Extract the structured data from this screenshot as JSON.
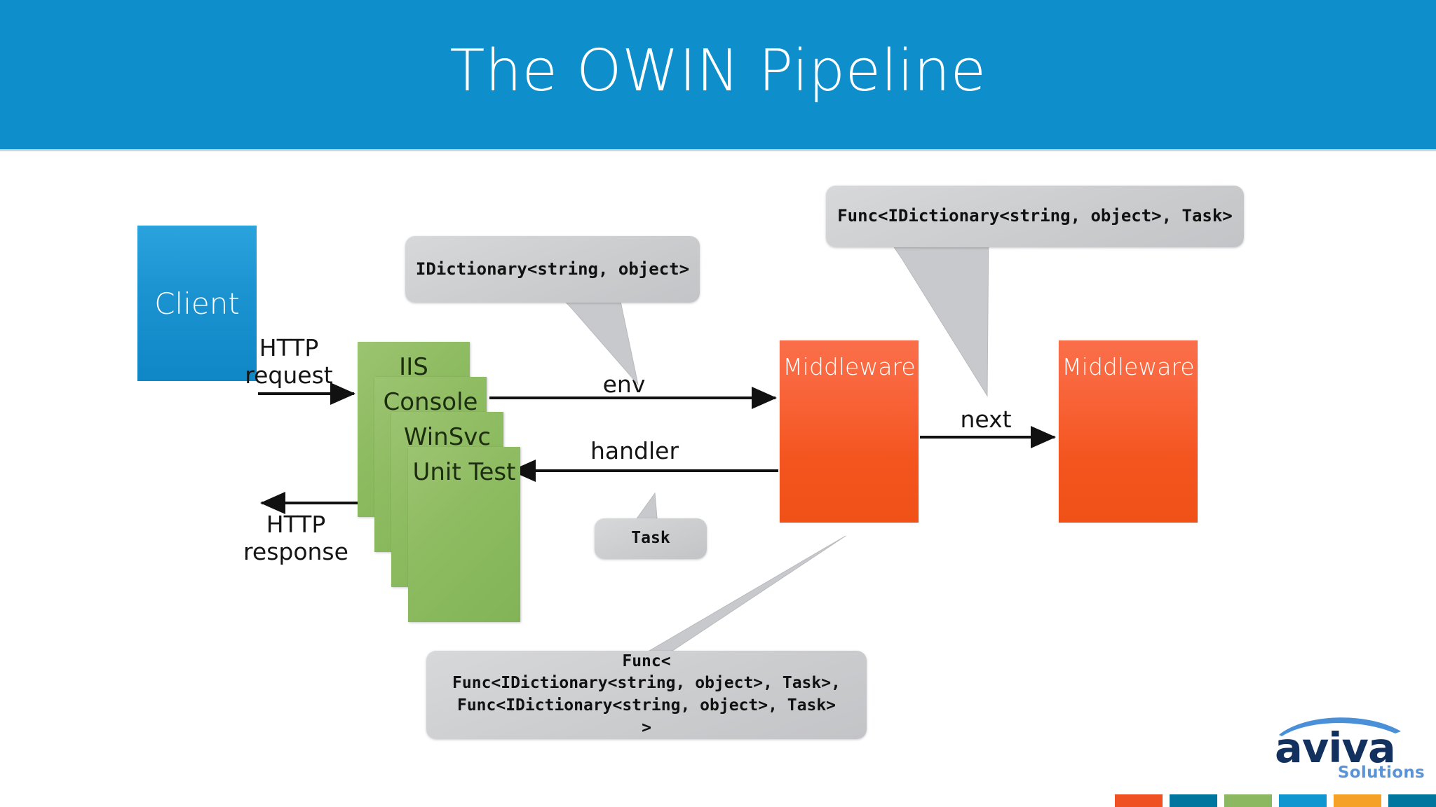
{
  "header": {
    "title": "The OWIN Pipeline",
    "background_color": "#0e8ecb",
    "title_color": "#ffffff"
  },
  "diagram": {
    "nodes": {
      "client": {
        "label": "Client",
        "color": "#1c94d2"
      },
      "host_stack": {
        "color": "#8dbb60",
        "cards": [
          {
            "label": "IIS"
          },
          {
            "label": "Console"
          },
          {
            "label": "WinSvc"
          },
          {
            "label": "Unit Test"
          }
        ]
      },
      "middleware": [
        {
          "label": "Middleware",
          "color": "#f4551f"
        },
        {
          "label": "Middleware",
          "color": "#f4551f"
        }
      ]
    },
    "edges": [
      {
        "name": "http-request",
        "label": "HTTP\nrequest",
        "direction": "right"
      },
      {
        "name": "http-response",
        "label": "HTTP\nresponse",
        "direction": "left"
      },
      {
        "name": "env",
        "label": "env",
        "direction": "right"
      },
      {
        "name": "handler",
        "label": "handler",
        "direction": "left"
      },
      {
        "name": "next",
        "label": "next",
        "direction": "right"
      }
    ],
    "callouts": [
      {
        "name": "env-type",
        "text": "IDictionary<string, object>",
        "color": "#cdced0"
      },
      {
        "name": "app-func-type",
        "text": "Func<IDictionary<string, object>, Task>",
        "color": "#cdced0"
      },
      {
        "name": "task-type",
        "text": "Task",
        "color": "#cdced0"
      },
      {
        "name": "middleware-func-type",
        "text": "Func<\nFunc<IDictionary<string, object>, Task>,\nFunc<IDictionary<string, object>, Task>\n>",
        "color": "#cdced0"
      }
    ]
  },
  "logo": {
    "wordmark": "aviva",
    "subtitle": "Solutions",
    "wordmark_color": "#12315e",
    "subtitle_color": "#5b94d6",
    "swoosh_color": "#4a90d9"
  },
  "swatches": [
    {
      "name": "swatch-orange-red",
      "color": "#ef5123"
    },
    {
      "name": "swatch-teal",
      "color": "#00769e"
    },
    {
      "name": "swatch-green",
      "color": "#8cb861"
    },
    {
      "name": "swatch-blue",
      "color": "#0f96d1"
    },
    {
      "name": "swatch-orange",
      "color": "#f5a026"
    },
    {
      "name": "swatch-teal-2",
      "color": "#00769e"
    }
  ]
}
